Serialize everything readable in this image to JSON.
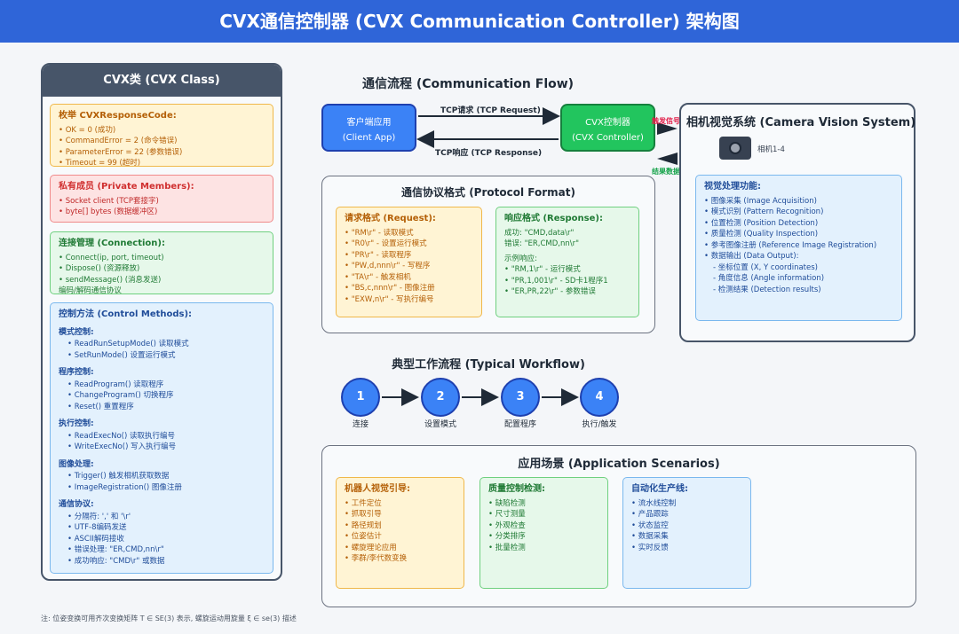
{
  "title": "CVX通信控制器 (CVX Communication Controller) 架构图",
  "cls": {
    "header": "CVX类 (CVX Class)",
    "enum": {
      "title": "枚举 CVXResponseCode:",
      "items": [
        "• OK = 0 (成功)",
        "• CommandError = 2 (命令错误)",
        "• ParameterError = 22 (参数错误)",
        "• Timeout = 99 (超时)"
      ]
    },
    "members": {
      "title": "私有成员 (Private Members):",
      "items": [
        "• Socket client (TCP套接字)",
        "• byte[] bytes (数据缓冲区)"
      ]
    },
    "conn": {
      "title": "连接管理 (Connection):",
      "items": [
        "• Connect(ip, port, timeout)",
        "• Dispose() (资源释放)",
        "• sendMessage() (消息发送)",
        "编码/解码通信协议"
      ]
    },
    "methods": {
      "title": "控制方法 (Control Methods):",
      "groups": [
        {
          "name": "模式控制:",
          "items": [
            "• ReadRunSetupMode() 读取模式",
            "• SetRunMode() 设置运行模式"
          ]
        },
        {
          "name": "程序控制:",
          "items": [
            "• ReadProgram() 读取程序",
            "• ChangeProgram() 切换程序",
            "• Reset() 重置程序"
          ]
        },
        {
          "name": "执行控制:",
          "items": [
            "• ReadExecNo() 读取执行编号",
            "• WriteExecNo() 写入执行编号"
          ]
        },
        {
          "name": "图像处理:",
          "items": [
            "• Trigger() 触发相机获取数据",
            "• ImageRegistration() 图像注册"
          ]
        },
        {
          "name": "通信协议:",
          "items": [
            "• 分隔符: ',' 和 '\\r'",
            "• UTF-8编码发送",
            "• ASCII解码接收",
            "• 错误处理: \"ER,CMD,nn\\r\"",
            "• 成功响应: \"CMD\\r\" 或数据"
          ]
        }
      ]
    }
  },
  "flow": {
    "title": "通信流程 (Communication Flow)",
    "client": {
      "line1": "客户端应用",
      "line2": "(Client App)"
    },
    "cvx": {
      "line1": "CVX控制器",
      "line2": "(CVX Controller)"
    },
    "req": "TCP请求 (TCP Request)",
    "resp": "TCP响应 (TCP Response)",
    "trigger": "触发信号",
    "result": "结果数据"
  },
  "camera": {
    "title": "相机视觉系统 (Camera Vision System)",
    "cam_label": "相机1-4",
    "func_title": "视觉处理功能:",
    "items": [
      "• 图像采集 (Image Acquisition)",
      "• 模式识别 (Pattern Recognition)",
      "• 位置检测 (Position Detection)",
      "• 质量检测 (Quality Inspection)",
      "• 参考图像注册 (Reference Image Registration)",
      "• 数据输出 (Data Output):"
    ],
    "sub_items": [
      "- 坐标位置 (X, Y coordinates)",
      "- 角度信息 (Angle information)",
      "- 检测结果 (Detection results)"
    ]
  },
  "protocol": {
    "title": "通信协议格式 (Protocol Format)",
    "request": {
      "title": "请求格式 (Request):",
      "items": [
        "• \"RM\\r\" - 读取模式",
        "• \"R0\\r\" - 设置运行模式",
        "• \"PR\\r\" - 读取程序",
        "• \"PW,d,nnn\\r\" - 写程序",
        "• \"TA\\r\" - 触发相机",
        "• \"BS,c,nnn\\r\" - 图像注册",
        "• \"EXW,n\\r\" - 写执行编号"
      ]
    },
    "response": {
      "title": "响应格式 (Response):",
      "ok": "成功: \"CMD,data\\r\"",
      "err": "错误: \"ER,CMD,nn\\r\"",
      "example_title": "示例响应:",
      "examples": [
        "• \"RM,1\\r\" - 运行模式",
        "• \"PR,1,001\\r\" - SD卡1程序1",
        "• \"ER,PR,22\\r\" - 参数错误"
      ]
    }
  },
  "workflow": {
    "title": "典型工作流程 (Typical Workflow)",
    "steps": [
      {
        "num": "1",
        "label": "连接"
      },
      {
        "num": "2",
        "label": "设置模式"
      },
      {
        "num": "3",
        "label": "配置程序"
      },
      {
        "num": "4",
        "label": "执行/触发"
      }
    ]
  },
  "apps": {
    "title": "应用场景 (Application Scenarios)",
    "robot": {
      "title": "机器人视觉引导:",
      "items": [
        "• 工件定位",
        "• 抓取引导",
        "• 路径规划",
        "• 位姿估计",
        "• 螺旋理论应用",
        "• 李群/李代数变换"
      ]
    },
    "quality": {
      "title": "质量控制检测:",
      "items": [
        "• 缺陷检测",
        "• 尺寸测量",
        "• 外观检查",
        "• 分类排序",
        "• 批量检测"
      ]
    },
    "auto": {
      "title": "自动化生产线:",
      "items": [
        "• 流水线控制",
        "• 产品跟踪",
        "• 状态监控",
        "• 数据采集",
        "• 实时反馈"
      ]
    }
  },
  "footnote": "注: 位姿变换可用齐次变换矩阵 T ∈ SE(3) 表示, 螺旋运动用旋量 ξ ∈ se(3) 描述",
  "colors": {
    "banner": "#2f65d8",
    "client": "#3b82f6",
    "cvx": "#22c55e",
    "class_header": "#475569"
  }
}
